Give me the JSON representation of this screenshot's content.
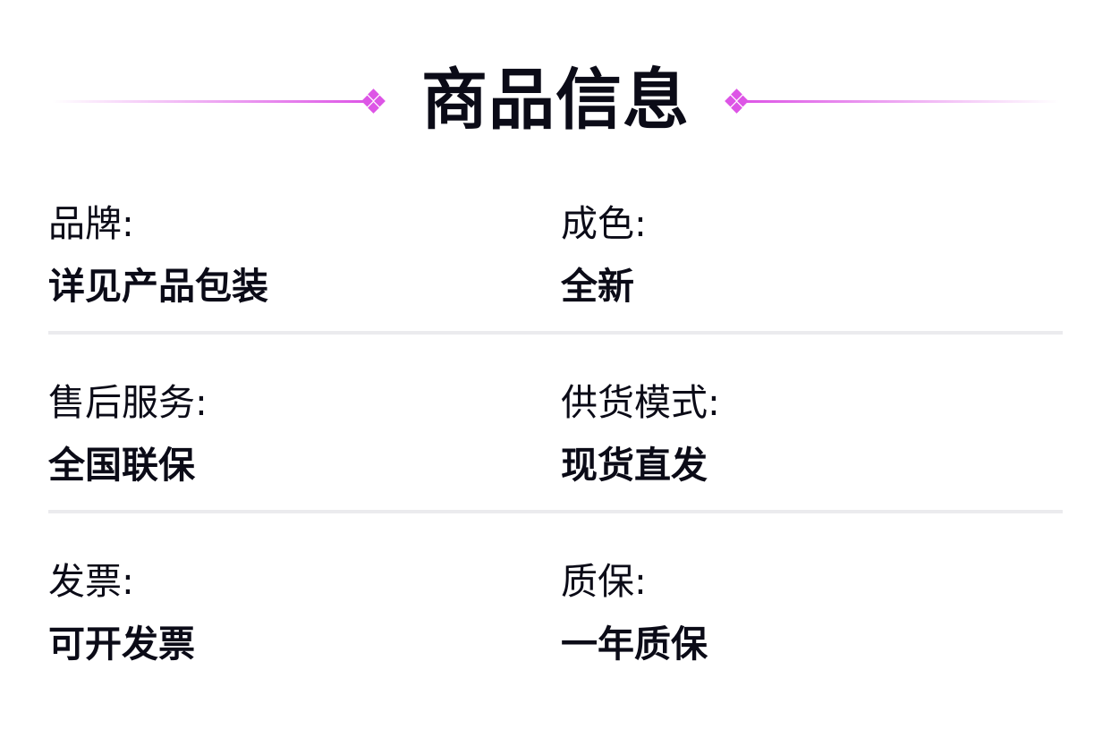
{
  "header": {
    "title": "商品信息",
    "accent_color": "#dd55e6",
    "decoration_icon": "diamond-cluster-icon"
  },
  "rows": [
    {
      "items": [
        {
          "label": "品牌:",
          "value": "详见产品包装"
        },
        {
          "label": "成色:",
          "value": "全新"
        }
      ]
    },
    {
      "items": [
        {
          "label": "售后服务:",
          "value": "全国联保"
        },
        {
          "label": "供货模式:",
          "value": "现货直发"
        }
      ]
    },
    {
      "items": [
        {
          "label": "发票:",
          "value": "可开发票"
        },
        {
          "label": "质保:",
          "value": "一年质保"
        }
      ]
    }
  ]
}
